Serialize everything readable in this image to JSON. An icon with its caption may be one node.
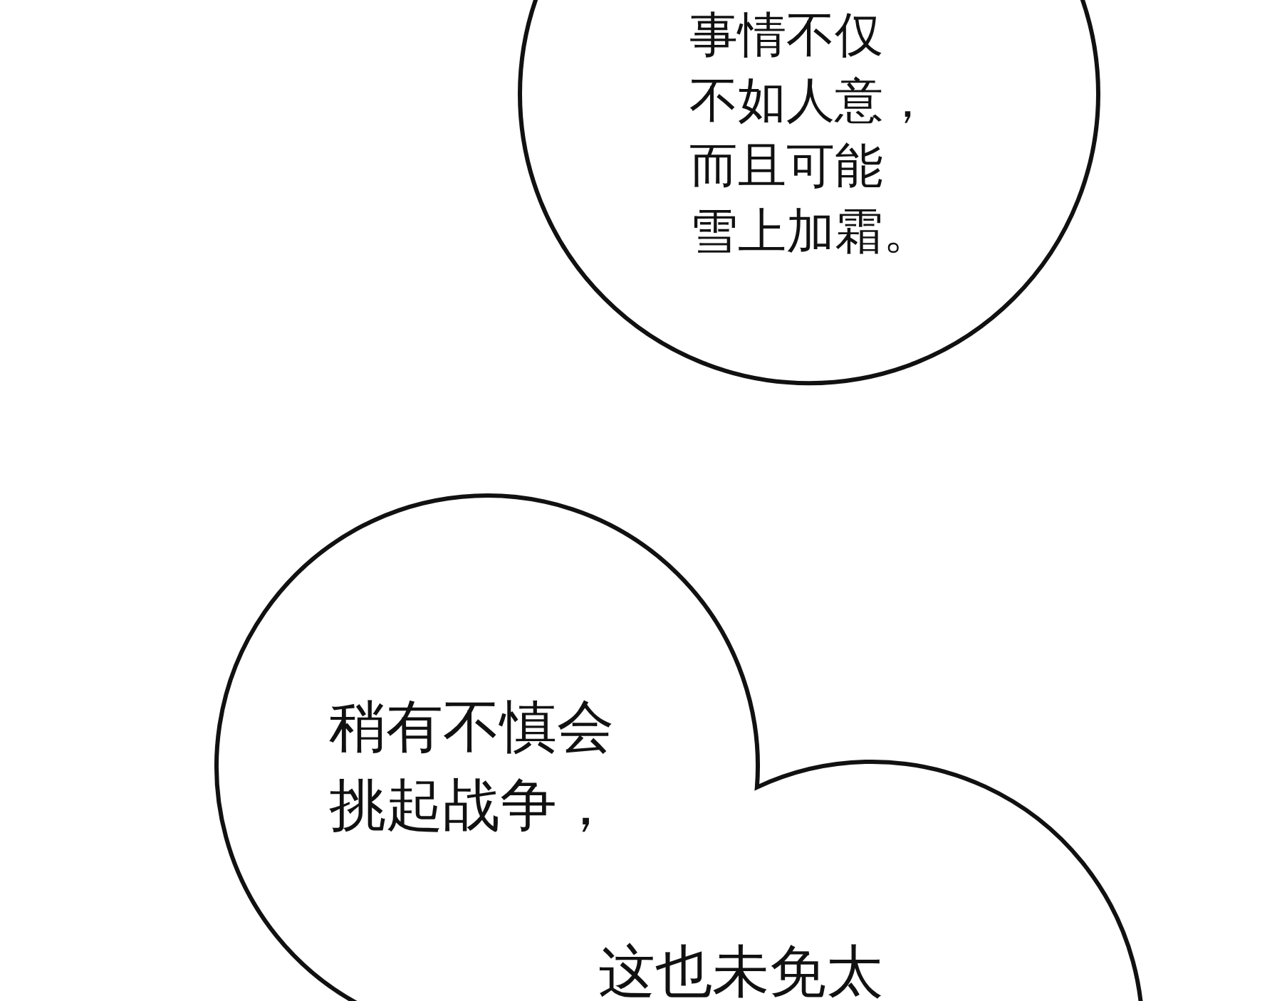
{
  "diagram": {
    "nodes": [
      {
        "text": [
          "事情不仅不如人意，而且可能雪上加霜。"
        ]
      },
      {
        "text": [
          "稍有不慎会挑起战争，",
          "这也未免太"
        ]
      }
    ]
  }
}
